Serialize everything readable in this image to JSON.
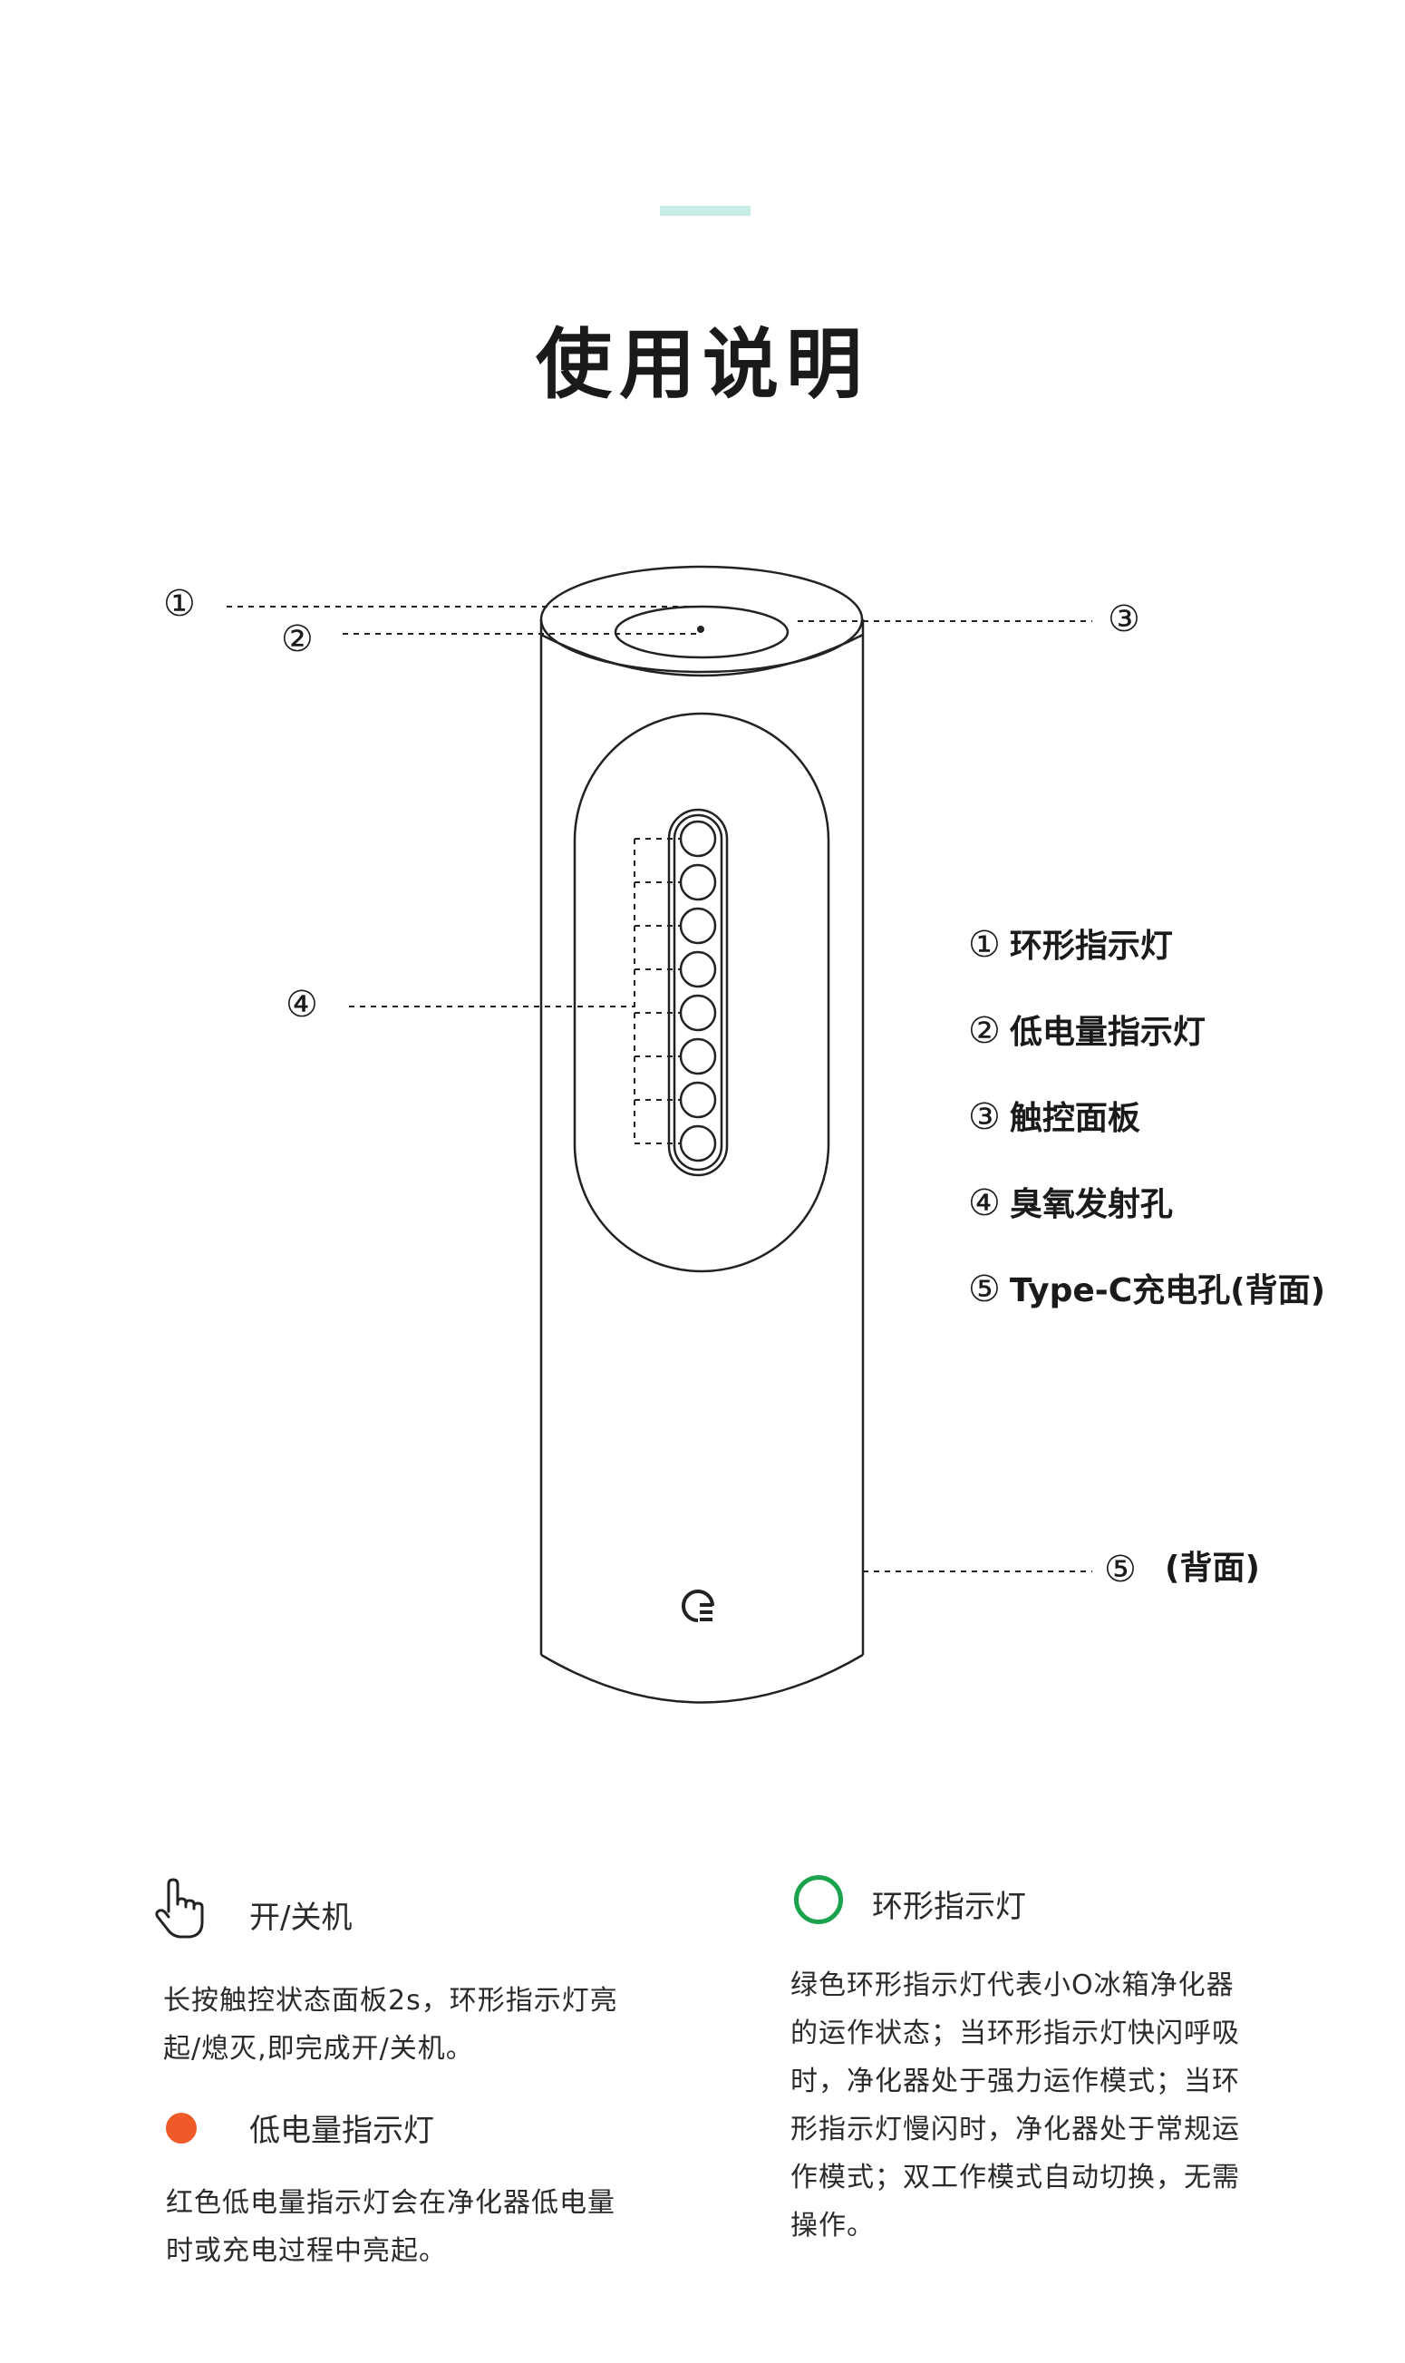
{
  "page": {
    "title": "使用说明"
  },
  "diagram": {
    "callouts": [
      "①",
      "②",
      "③",
      "④",
      "⑤"
    ],
    "back_tag": "(背面)",
    "legend": [
      {
        "num": "①",
        "label": "环形指示灯"
      },
      {
        "num": "②",
        "label": "低电量指示灯"
      },
      {
        "num": "③",
        "label": "触控面板"
      },
      {
        "num": "④",
        "label": "臭氧发射孔"
      },
      {
        "num": "⑤",
        "label": "Type-C充电孔(背面)"
      }
    ]
  },
  "instructions": {
    "power": {
      "icon": "hand-pointer-icon",
      "title": "开/关机",
      "lines": [
        "长按触控状态面板2s，环形指示灯亮",
        "起/熄灭,即完成开/关机。"
      ]
    },
    "low_battery": {
      "icon": "red-dot-icon",
      "color": "#f05a28",
      "title": "低电量指示灯",
      "lines": [
        "红色低电量指示灯会在净化器低电量",
        "时或充电过程中亮起。"
      ]
    },
    "ring": {
      "icon": "green-ring-icon",
      "color": "#1aa34a",
      "title": "环形指示灯",
      "lines": [
        "绿色环形指示灯代表小O冰箱净化器",
        "的运作状态；当环形指示灯快闪呼吸",
        "时，净化器处于强力运作模式；当环",
        "形指示灯慢闪时，净化器处于常规运",
        "作模式；双工作模式自动切换，无需",
        "操作。"
      ]
    }
  }
}
